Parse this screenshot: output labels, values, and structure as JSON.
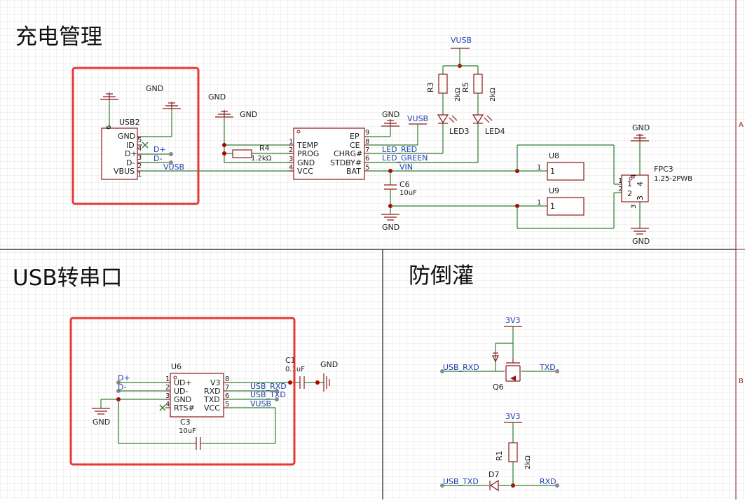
{
  "colors": {
    "wire": "#2e7d32",
    "part": "#8b1a1a",
    "net": "#1f3fb0",
    "highlight": "#e53935",
    "junction": "#b00000",
    "grid": "#e6e6e6"
  },
  "sections": {
    "charge": "充电管理",
    "usb_serial": "USB转串口",
    "protection": "防倒灌"
  },
  "zones": {
    "a": "A",
    "b": "B"
  },
  "usb2": {
    "ref": "USB2",
    "gnd_label": "GND",
    "pins": {
      "gnd": "GND",
      "id": "ID",
      "dp": "D+",
      "dm": "D-",
      "vbus": "VBUS"
    },
    "nums": {
      "n6": "6",
      "n5": "5",
      "n4": "4",
      "n3": "3",
      "n2": "2",
      "n1": "1"
    },
    "nets": {
      "dp": "D+",
      "dm": "D-",
      "vbus": "VUSB"
    }
  },
  "charger": {
    "gnd_label": "GND",
    "r4": {
      "ref": "R4",
      "value": "1.2kΩ"
    },
    "pins_left": {
      "temp": "TEMP",
      "prog": "PROG",
      "gnd": "GND",
      "vcc": "VCC"
    },
    "pins_right": {
      "ep": "EP",
      "ce": "CE",
      "chrg": "CHRG#",
      "stdby": "STDBY#",
      "bat": "BAT"
    },
    "nums": {
      "n1": "1",
      "n2": "2",
      "n3": "3",
      "n4": "4",
      "n5": "5",
      "n6": "6",
      "n7": "7",
      "n8": "8",
      "n9": "9"
    },
    "ep_gnd": "GND",
    "vusb": "VUSB",
    "nets": {
      "led_red": "LED_RED",
      "led_green": "LED_GREEN",
      "vin": "VIN"
    },
    "c6": {
      "ref": "C6",
      "value": "10uF",
      "gnd": "GND"
    }
  },
  "leds": {
    "vusb": "VUSB",
    "r3": {
      "ref": "R3",
      "value": "2kΩ"
    },
    "r5": {
      "ref": "R5",
      "value": "2kΩ"
    },
    "led3": "LED3",
    "led4": "LED4"
  },
  "connectors": {
    "u8": {
      "ref": "U8",
      "pin": "1",
      "num": "1"
    },
    "u9": {
      "ref": "U9",
      "pin": "1",
      "num": "1"
    },
    "fpc3": {
      "ref": "FPC3",
      "value": "1.25-2PWB",
      "gnd_top": "GND",
      "gnd_bottom": "GND",
      "n1": "1",
      "n2": "2",
      "n3": "3",
      "n4": "4",
      "p1": "1",
      "p2": "2",
      "p3": "3",
      "p4": "4"
    }
  },
  "u6": {
    "ref": "U6",
    "pins_left": {
      "udp": "UD+",
      "udm": "UD-",
      "gnd": "GND",
      "rts": "RTS#"
    },
    "pins_right": {
      "v3": "V3",
      "rxd": "RXD",
      "txd": "TXD",
      "vcc": "VCC"
    },
    "nums": {
      "n1": "1",
      "n2": "2",
      "n3": "3",
      "n4": "4",
      "n5": "5",
      "n6": "6",
      "n7": "7",
      "n8": "8"
    },
    "nets_left": {
      "dp": "D+",
      "dm": "D-"
    },
    "nets_right": {
      "rxd": "USB_RXD",
      "txd": "USB_TXD",
      "vcc": "VUSB"
    },
    "gnd_label": "GND",
    "c1": {
      "ref": "C1",
      "value": "0.1uF",
      "gnd": "GND"
    },
    "c3": {
      "ref": "C3",
      "value": "10uF"
    }
  },
  "protection": {
    "top": {
      "supply": "3V3",
      "net_in": "USB_RXD",
      "net_out": "TXD",
      "ref": "Q6"
    },
    "bottom": {
      "supply": "3V3",
      "net_in": "USB_TXD",
      "net_out": "RXD",
      "diode": "D7",
      "r1": {
        "ref": "R1",
        "value": "2kΩ"
      }
    }
  }
}
